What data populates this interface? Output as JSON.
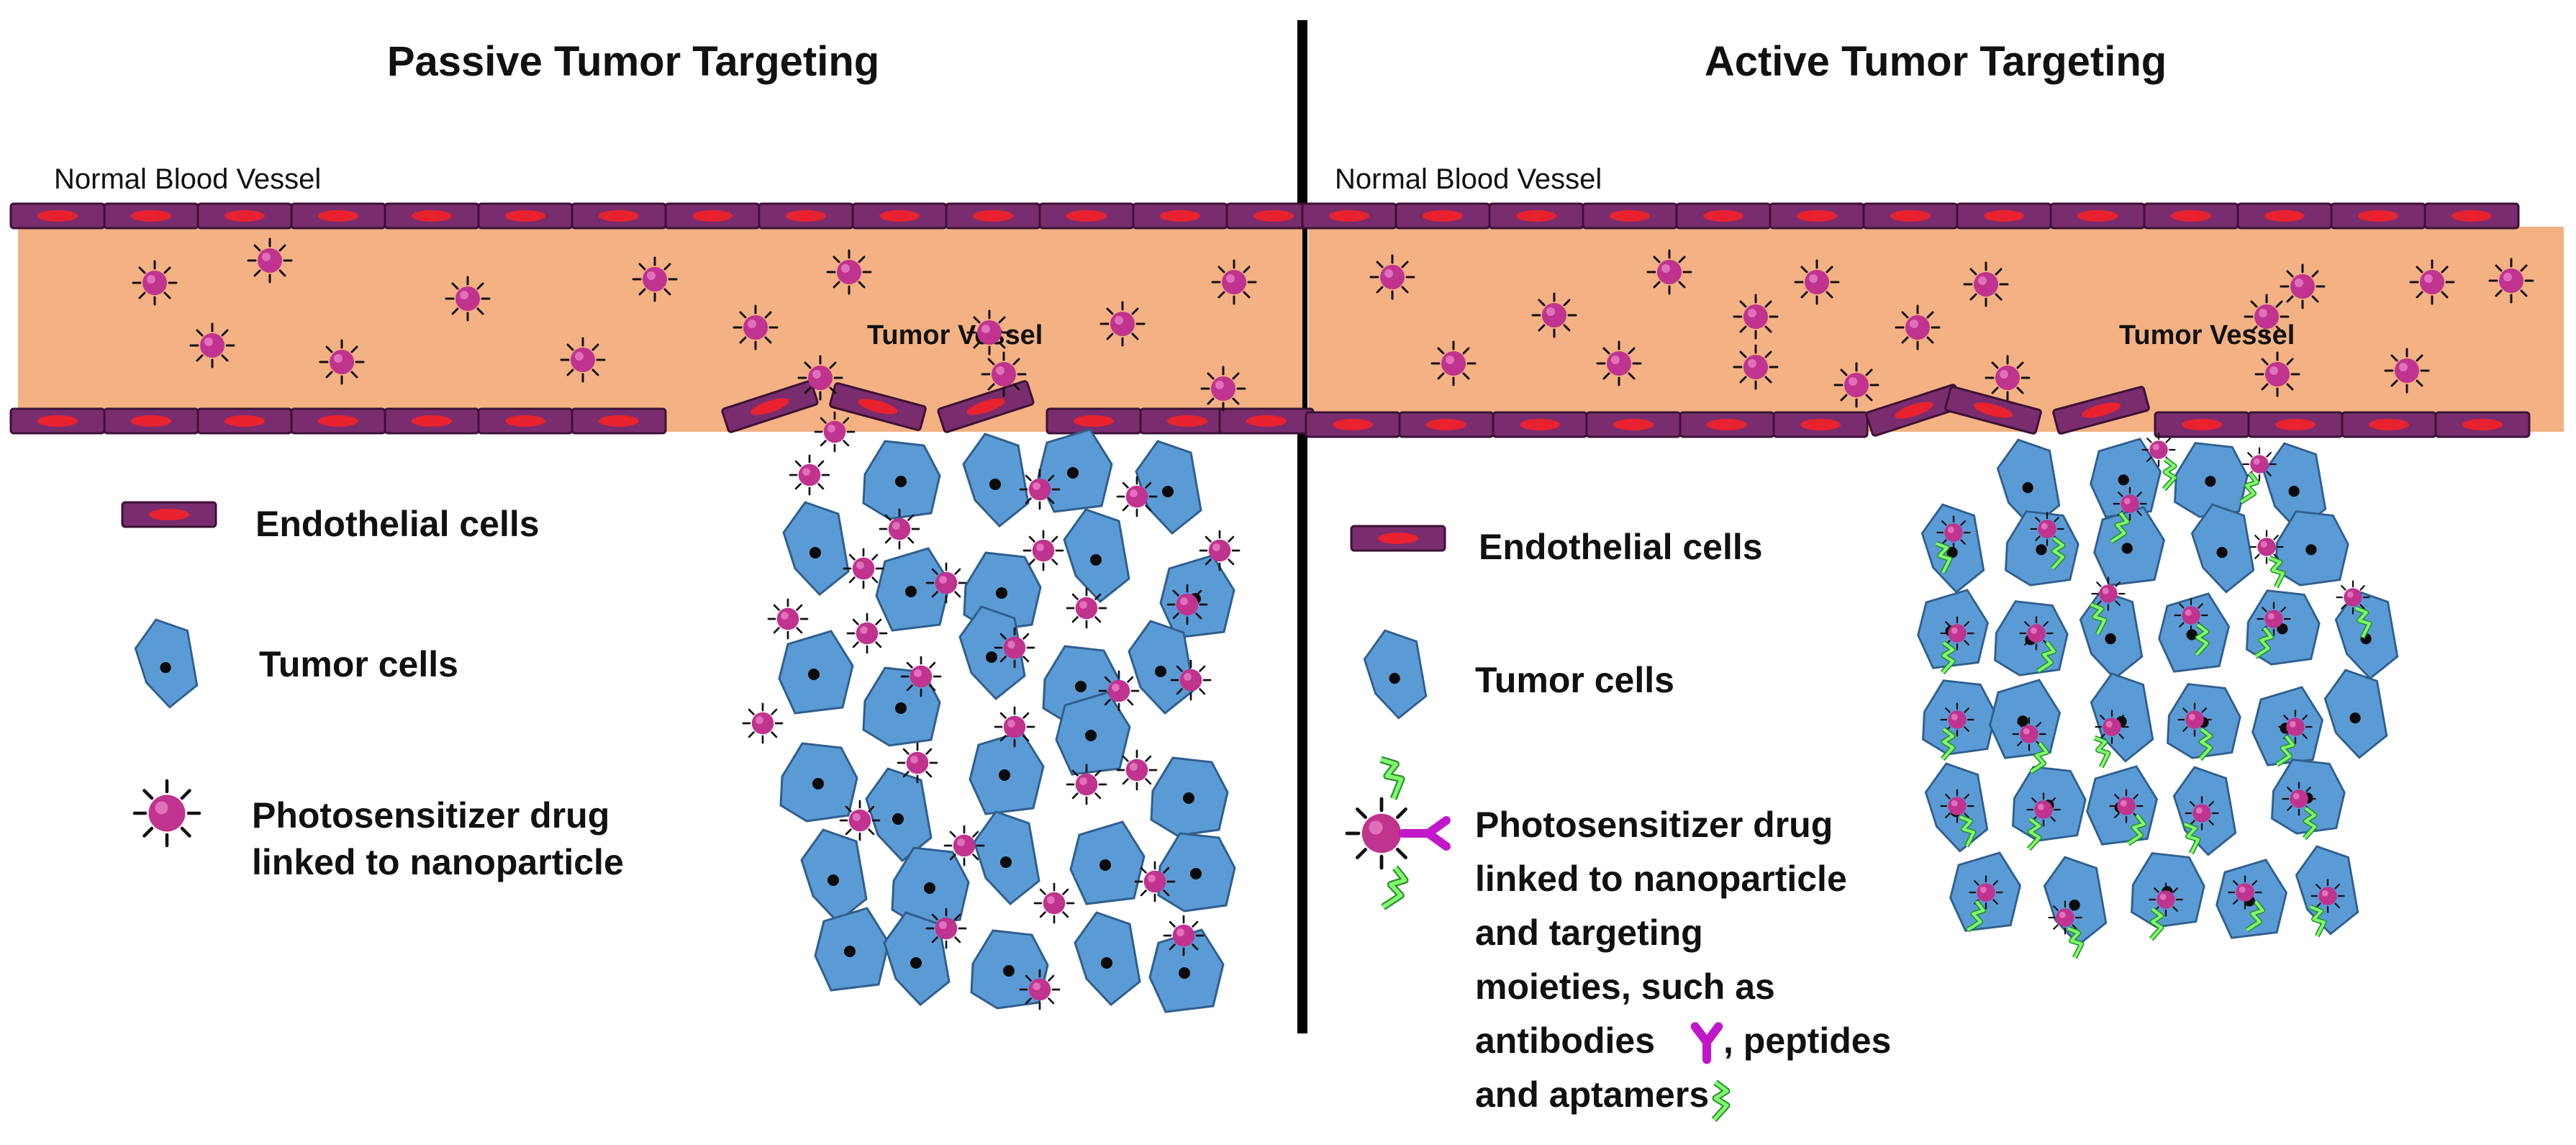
{
  "colors": {
    "vessel": "#F4B183",
    "endothelial_fill": "#7A2D6E",
    "endothelial_nucleus": "#E8222E",
    "tumor_cell": "#5B9BD5",
    "tumor_outline": "#2F5F8F",
    "drug": "#C0338F",
    "antibody": "#C018C8",
    "aptamer": "#7CFC6C",
    "divider": "#000000"
  },
  "passive": {
    "title": "Passive Tumor Targeting",
    "normal_vessel_label": "Normal Blood Vessel",
    "tumor_vessel_label": "Tumor Vessel",
    "legend": {
      "endothelial": "Endothelial cells",
      "tumor": "Tumor cells",
      "drug_line1": "Photosensitizer drug",
      "drug_line2": "linked to nanoparticle"
    }
  },
  "active": {
    "title": "Active Tumor Targeting",
    "normal_vessel_label": "Normal Blood Vessel",
    "tumor_vessel_label": "Tumor Vessel",
    "legend": {
      "endothelial": "Endothelial cells",
      "tumor": "Tumor cells",
      "drug_line1": "Photosensitizer drug",
      "drug_line2": "linked to nanoparticle",
      "drug_line3": "and targeting",
      "drug_line4": "moieties, such as",
      "drug_line5a": "antibodies",
      "drug_line5b": ", peptides",
      "drug_line6": "and aptamers"
    }
  },
  "icons": {
    "endothelial": "endothelial-cell-icon",
    "tumor": "tumor-cell-icon",
    "drug": "nanoparticle-drug-icon",
    "antibody": "antibody-icon",
    "aptamer": "aptamer-icon"
  }
}
